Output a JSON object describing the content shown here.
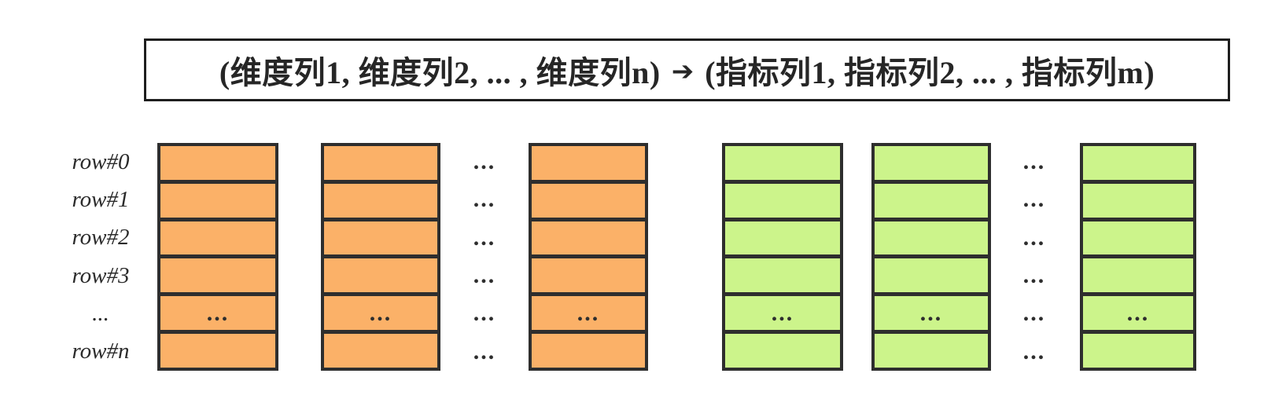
{
  "title": {
    "left": "(维度列1, 维度列2, ... , 维度列n)",
    "arrow": "➔",
    "right": "(指标列1, 指标列2, ... , 指标列m)"
  },
  "row_labels": [
    "row#0",
    "row#1",
    "row#2",
    "row#3",
    "...",
    "row#n"
  ],
  "ellipsis": "...",
  "colors": {
    "dimension_column_fill": "#FBB168",
    "metric_column_fill": "#CCF48B",
    "border": "#2E2E2E",
    "text": "#262626"
  }
}
